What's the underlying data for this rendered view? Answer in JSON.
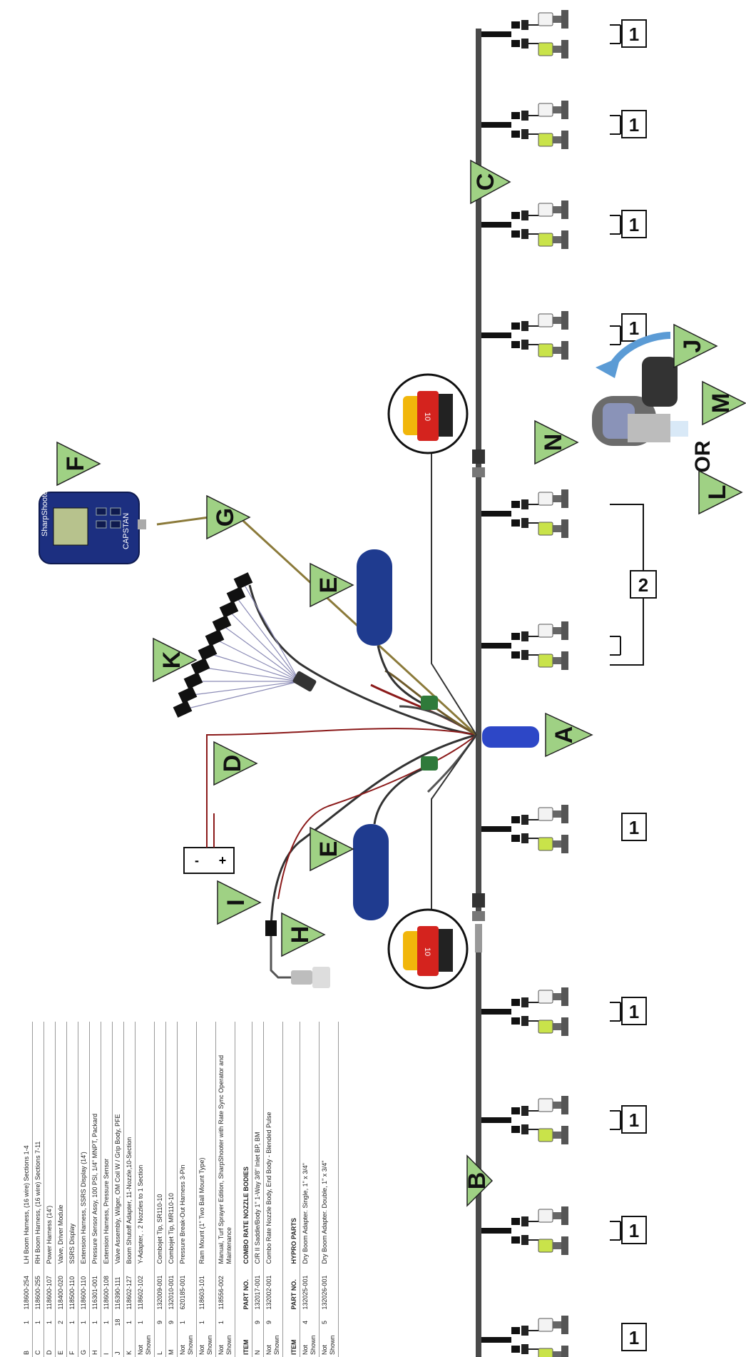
{
  "callouts": {
    "A": "A",
    "B": "B",
    "C": "C",
    "D": "D",
    "E": "E",
    "F": "F",
    "G": "G",
    "H": "H",
    "I": "I",
    "J": "J",
    "K": "K",
    "L": "L",
    "M": "M",
    "N": "N"
  },
  "section_number_1": "1",
  "section_number_2": "2",
  "or_label": "OR",
  "fuse_label": "10",
  "battery_minus": "-",
  "battery_plus": "+",
  "display_brand": "SharpShooter",
  "display_maker": "CAPSTAN",
  "parts": [
    {
      "item": "B",
      "qty": "1",
      "part": "118600-254",
      "desc": "LH Boom Harness, (16 wire) Sections 1-4"
    },
    {
      "item": "C",
      "qty": "1",
      "part": "118600-255",
      "desc": "RH Boom Harness, (16 wire) Sections 7-11"
    },
    {
      "item": "D",
      "qty": "1",
      "part": "118600-107",
      "desc": "Power Harness (14')"
    },
    {
      "item": "E",
      "qty": "2",
      "part": "118400-020",
      "desc": "Valve, Driver Module"
    },
    {
      "item": "F",
      "qty": "1",
      "part": "118500-110",
      "desc": "SSRS Display"
    },
    {
      "item": "G",
      "qty": "1",
      "part": "118600-110",
      "desc": "Extension Harness, SSRS Display (14')"
    },
    {
      "item": "H",
      "qty": "1",
      "part": "116301-001",
      "desc": "Pressure Sensor Assy, 100 PSI, 1/4\" MNPT, Packard"
    },
    {
      "item": "I",
      "qty": "1",
      "part": "118600-108",
      "desc": "Extension Harness, Pressure Sensor"
    },
    {
      "item": "J",
      "qty": "18",
      "part": "116390-111",
      "desc": "Valve Assembly, Wilger, OM Coil W / Grip Body, PFE"
    },
    {
      "item": "K",
      "qty": "1",
      "part": "118602-127",
      "desc": "Boom Shutoff Adapter, 11-Nozzle,10-Section"
    },
    {
      "item": "Not Shown",
      "qty": "1",
      "part": "118602-102",
      "desc": "Y-Adapter, . 2 Nozzles to 1 Section"
    },
    {
      "item": "L",
      "qty": "9",
      "part": "132009-001",
      "desc": "Combojet Tip, SR110-10"
    },
    {
      "item": "M",
      "qty": "9",
      "part": "132010-001",
      "desc": "Combojet Tip, MR110-10"
    },
    {
      "item": "Not Shown",
      "qty": "1",
      "part": "620185-001",
      "desc": "Pressure Break-Out Harness 3-Pin"
    },
    {
      "item": "Not Shown",
      "qty": "1",
      "part": "118603-101",
      "desc": "Ram Mount (1\" Two Ball Mount Type)"
    },
    {
      "item": "Not Shown",
      "qty": "1",
      "part": "118556-002",
      "desc": "Manual, Turf Sprayer Edition, SharpShooter with Rate Sync Operator and Maintenance"
    }
  ],
  "combo_header": {
    "item": "ITEM",
    "part": "PART NO.",
    "desc": "COMBO RATE NOZZLE BODIES"
  },
  "combo": [
    {
      "item": "N",
      "qty": "9",
      "part": "132017-001",
      "desc": "C/R II Saddle/Body 1\" 1-Way 3/8\" Inlet BP, BM"
    },
    {
      "item": "Not Shown",
      "qty": "9",
      "part": "132002-001",
      "desc": "Combo Rate Nozzle Body, End Body - Blended Pulse"
    }
  ],
  "hypro_header": {
    "item": "ITEM",
    "part": "PART NO.",
    "desc": "HYPRO PARTS"
  },
  "hypro": [
    {
      "item": "Not Shown",
      "qty": "4",
      "part": "132025-001",
      "desc": "Dry Boom Adapter. Single, 1\" x 3/4\""
    },
    {
      "item": "Not Shown",
      "qty": "5",
      "part": "132026-001",
      "desc": "Dry Boom Adapter. Double, 1\" x 3/4\""
    }
  ],
  "colors": {
    "callout_green": "#9fd184",
    "nozzle_lime": "#c9e34a",
    "boom_gray": "#555555",
    "module_blue": "#1f3b8f",
    "hub_blue": "#2d47c7"
  }
}
